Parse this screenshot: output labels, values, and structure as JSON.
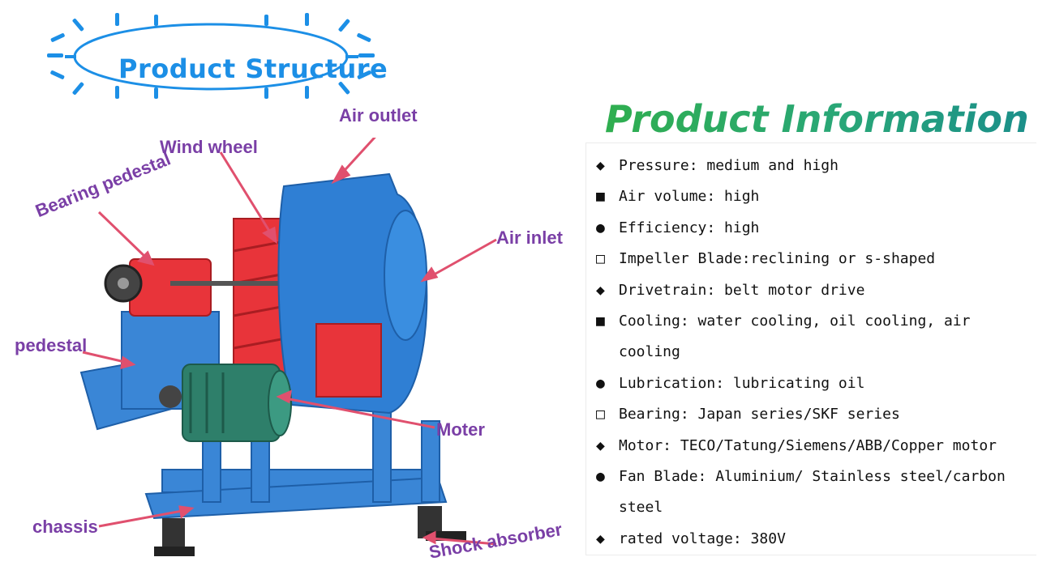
{
  "header": {
    "title": "Product Structure"
  },
  "figure": {
    "labels": {
      "air_outlet": "Air outlet",
      "wind_wheel": "Wind wheel",
      "bearing_pedestal": "Bearing pedestal",
      "air_inlet": "Air inlet",
      "pedestal": "pedestal",
      "moter": "Moter",
      "chassis": "chassis",
      "shock_absorber": "Shock absorber"
    }
  },
  "info": {
    "title": "Product Information",
    "items": [
      {
        "bullet": "◆",
        "text": "Pressure: medium and high"
      },
      {
        "bullet": "■",
        "text": "Air volume: high"
      },
      {
        "bullet": "●",
        "text": "Efficiency: high"
      },
      {
        "bullet": "□",
        "text": "Impeller Blade:reclining or s-shaped"
      },
      {
        "bullet": "◆",
        "text": "Drivetrain: belt motor drive"
      },
      {
        "bullet": "■",
        "text": "Cooling: water cooling, oil cooling, air cooling"
      },
      {
        "bullet": "●",
        "text": "Lubrication: lubricating oil"
      },
      {
        "bullet": "□",
        "text": "Bearing: Japan series/SKF series"
      },
      {
        "bullet": "◆",
        "text": "Motor: TECO/Tatung/Siemens/ABB/Copper motor"
      },
      {
        "bullet": "●",
        "text": "Fan Blade: Aluminium/ Stainless steel/carbon steel"
      },
      {
        "bullet": "◆",
        "text": "rated voltage: 380V"
      }
    ]
  },
  "colors": {
    "accent_blue": "#1c8fe6",
    "label_purple": "#7a3fa6",
    "arrow_pink": "#e0506e",
    "fan_blue": "#2f7fd4",
    "fan_red": "#e8343a",
    "motor_green": "#2e7f6a"
  }
}
